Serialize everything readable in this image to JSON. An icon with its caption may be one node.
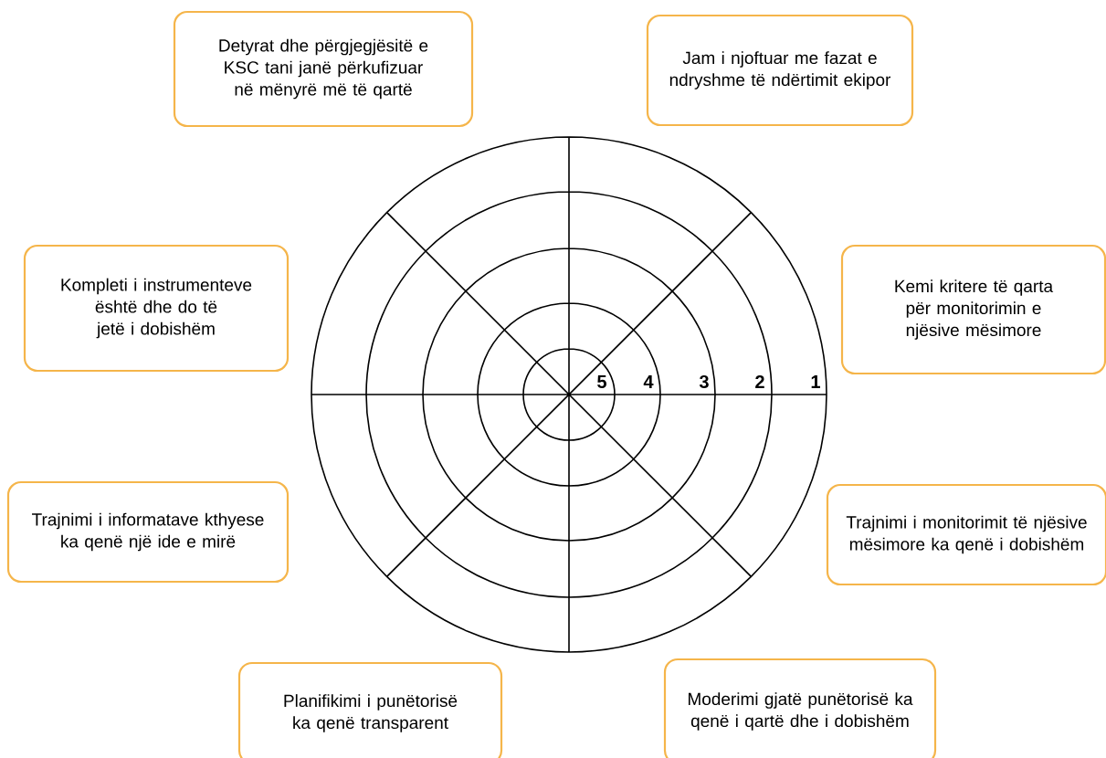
{
  "diagram": {
    "nodes": [
      {
        "text": [
          "Detyrat dhe përgjegjësitë e KSC tani janë përkufizuar në mënyrë më të qartë"
        ]
      },
      {
        "text": [
          "Jam i njoftuar me fazat e ndryshme të ndërtimit ekipor"
        ]
      },
      {
        "text": [
          "Kompleti i instrumenteve është dhe do të jetë i dobishëm"
        ]
      },
      {
        "text": [
          "Kemi kritere të qarta për monitorimin e njësive mësimore"
        ]
      },
      {
        "text": [
          "Trajnimi i informatave kthyese ka qenë një ide e mirë"
        ]
      },
      {
        "text": [
          "Trajnimi i monitorimit të njësive mësimore ka qenë i dobishëm"
        ]
      },
      {
        "text": [
          "Planifikimi i punëtorisë ka qenë transparent"
        ]
      },
      {
        "text": [
          "Moderimi gjatë punëtorisë ka qenë i qartë dhe i dobishëm"
        ]
      }
    ],
    "labels": [
      "5",
      "4",
      "3",
      "2",
      "1"
    ]
  }
}
